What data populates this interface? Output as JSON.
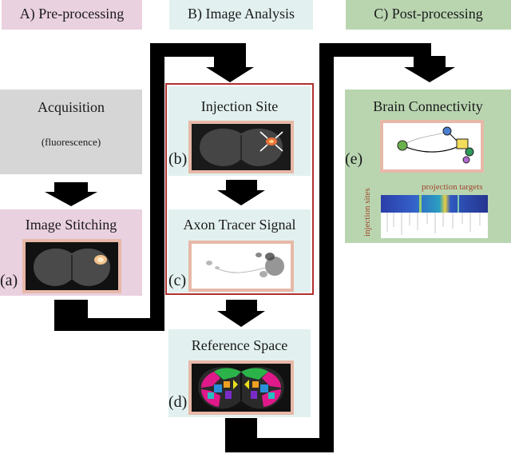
{
  "headers": {
    "pre": "A) Pre-processing",
    "analysis": "B) Image Analysis",
    "post": "C) Post-processing"
  },
  "boxes": {
    "acquisition": {
      "title": "Acquisition",
      "subtitle": "(fluorescence)"
    },
    "stitching": {
      "title": "Image Stitching",
      "label": "(a)"
    },
    "injection": {
      "title": "Injection Site",
      "label": "(b)"
    },
    "axon": {
      "title": "Axon Tracer Signal",
      "label": "(c)"
    },
    "reference": {
      "title": "Reference Space",
      "label": "(d)"
    },
    "connectivity": {
      "title": "Brain Connectivity",
      "label": "(e)",
      "matrix_x_label": "projection targets",
      "matrix_y_label": "injection sites"
    }
  },
  "colors": {
    "pre": "#ead1e0",
    "analysis": "#e2f1ef",
    "post": "#b9d5b0",
    "acquisition": "#d6d6d6",
    "frame": "#e7b8a8",
    "highlight": "#b03030",
    "arrow": "#000000"
  }
}
